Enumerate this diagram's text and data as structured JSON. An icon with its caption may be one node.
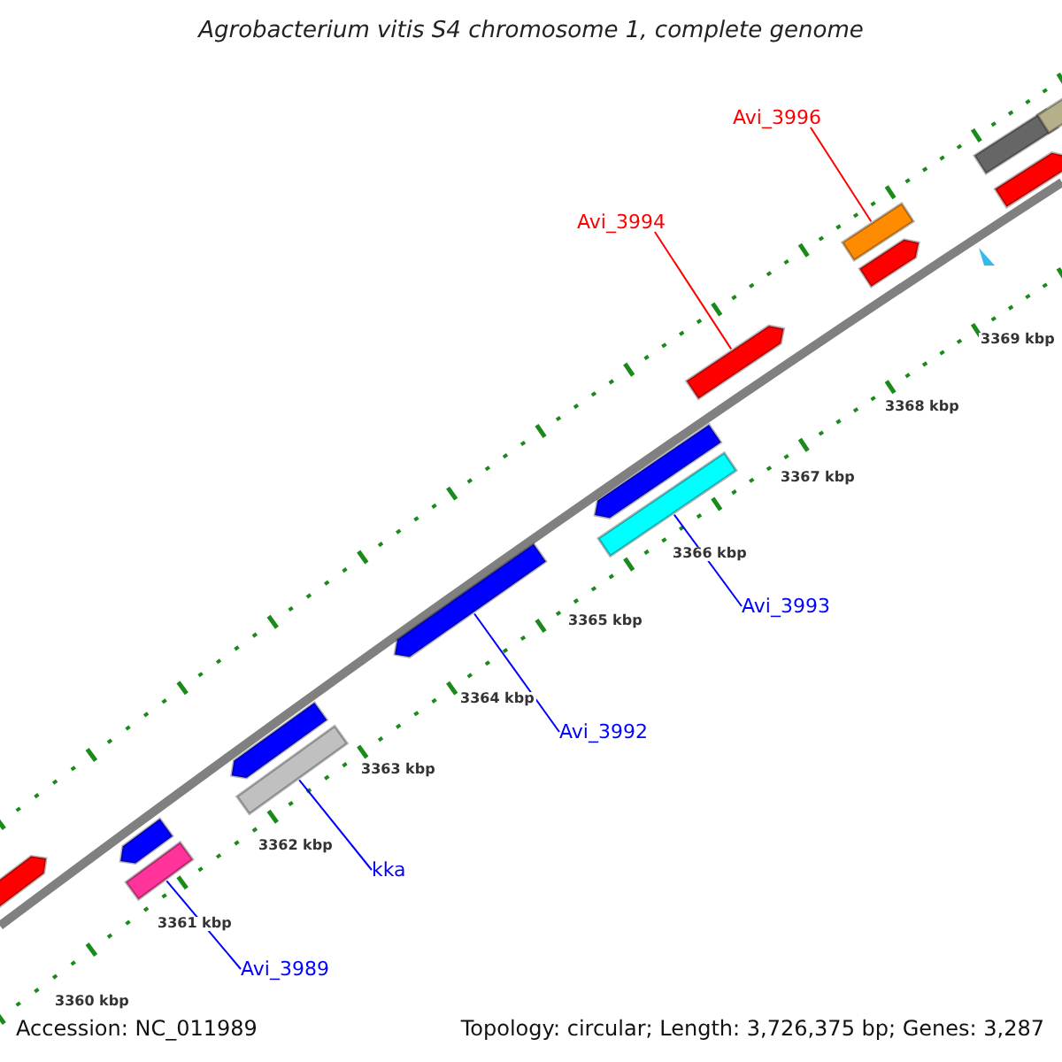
{
  "diagram": {
    "title": "Agrobacterium vitis S4 chromosome 1, complete genome",
    "nodes": [
      {
        "text": [
          "Avi_3996"
        ]
      },
      {
        "text": [],
        "shape": "bar"
      },
      {
        "text": [
          "Avi_3994"
        ]
      },
      {
        "text": [],
        "shape": "bar"
      },
      {
        "text": [
          "Avi_3993"
        ]
      },
      {
        "text": [],
        "shape": "bar"
      },
      {
        "text": [
          "Avi_3992"
        ]
      },
      {
        "text": [],
        "shape": "bar"
      },
      {
        "text": [
          "kka"
        ]
      },
      {
        "text": [],
        "shape": "bar"
      },
      {
        "text": [
          "Avi_3989"
        ]
      },
      {
        "text": [],
        "shape": "bar"
      },
      {
        "text": [],
        "shape": "bar"
      },
      {
        "text": [],
        "shape": "bar"
      },
      {
        "text": [],
        "shape": "bar"
      },
      {
        "text": [],
        "shape": "bar"
      },
      {
        "text": [],
        "shape": "bar"
      },
      {
        "text": [],
        "shape": "bar"
      },
      {
        "text": [],
        "shape": "bar"
      },
      {
        "text": [],
        "shape": "bar"
      }
    ],
    "edges": [
      {
        "from": 0,
        "to": 1,
        "arrow": "none",
        "color": "#ff0000"
      },
      {
        "from": 2,
        "to": 3,
        "arrow": "none",
        "color": "#ff0000"
      },
      {
        "from": 4,
        "to": 5,
        "arrow": "none"
      },
      {
        "from": 6,
        "to": 7,
        "arrow": "none"
      },
      {
        "from": 8,
        "to": 9,
        "arrow": "none"
      },
      {
        "from": 10,
        "to": 11,
        "arrow": "none"
      }
    ],
    "labels": [
      "3369 kbp",
      "3368 kbp",
      "3367 kbp",
      "3366 kbp",
      "3365 kbp",
      "3364 kbp",
      "3363 kbp",
      "3362 kbp",
      "3361 kbp",
      "3360 kbp",
      "Accession: NC_011989",
      "Topology: circular; Length: 3,726,375 bp; Genes: 3,287"
    ]
  }
}
